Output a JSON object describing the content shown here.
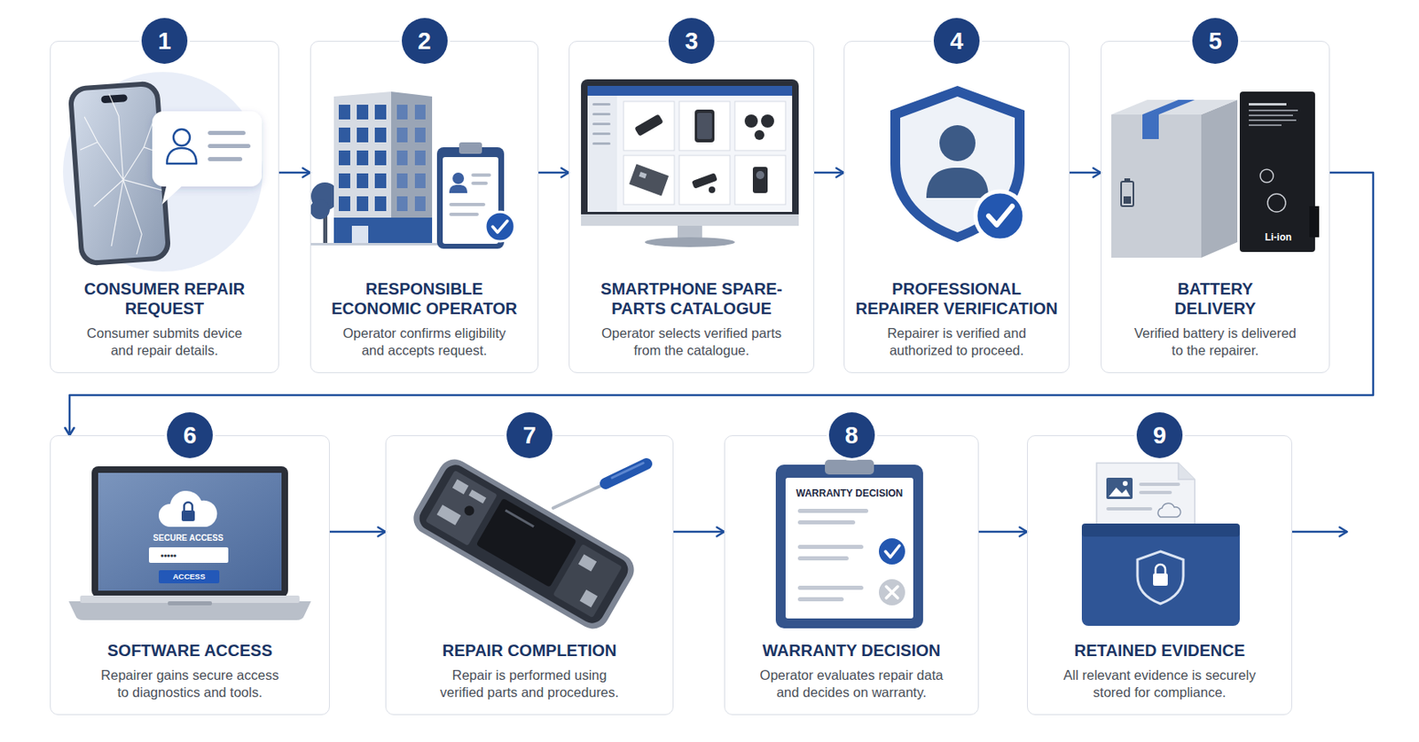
{
  "diagram": {
    "nodes": [
      {
        "text": [
          "CONSUMER REPAIR REQUEST",
          "Consumer submits device and repair details."
        ]
      },
      {
        "text": [
          "1"
        ],
        "in": 0
      },
      {
        "text": [
          "RESPONSIBLE ECONOMIC OPERATOR",
          "Operator confirms eligibility and accepts request."
        ]
      },
      {
        "text": [
          "2"
        ],
        "in": 2
      },
      {
        "text": [
          "SMARTPHONE SPARE-PARTS CATALOGUE",
          "Operator selects verified parts from the catalogue."
        ]
      },
      {
        "text": [
          "3"
        ],
        "in": 4
      },
      {
        "text": [
          "PROFESSIONAL REPAIRER VERIFICATION",
          "Repairer is verified and authorized to proceed."
        ]
      },
      {
        "text": [
          "4"
        ],
        "in": 6
      },
      {
        "text": [
          "BATTERY DELIVERY",
          "Verified battery is delivered to the repairer."
        ]
      },
      {
        "text": [
          "5"
        ],
        "in": 8
      },
      {
        "text": [
          "SOFTWARE ACCESS",
          "Repairer gains secure access to diagnostics and tools."
        ]
      },
      {
        "text": [
          "6"
        ],
        "in": 10
      },
      {
        "text": [
          "REPAIR COMPLETION",
          "Repair is performed using verified parts and procedures."
        ]
      },
      {
        "text": [
          "7"
        ],
        "in": 12
      },
      {
        "text": [
          "WARRANTY DECISION",
          "Operator evaluates repair data and decides on warranty."
        ]
      },
      {
        "text": [
          "8"
        ],
        "in": 14
      },
      {
        "text": [
          "RETAINED EVIDENCE",
          "All relevant evidence is securely stored for compliance."
        ]
      },
      {
        "text": [
          "9"
        ],
        "in": 16
      }
    ],
    "edges": [
      {
        "from": 0,
        "to": 2,
        "arrow": "to"
      },
      {
        "from": 2,
        "to": 4,
        "arrow": "to"
      },
      {
        "from": 4,
        "to": 6,
        "arrow": "to"
      },
      {
        "from": 6,
        "to": 8,
        "arrow": "to"
      },
      {
        "from": 8,
        "to": 10,
        "arrow": "to"
      },
      {
        "from": 10,
        "to": 12,
        "arrow": "to"
      },
      {
        "from": 12,
        "to": 14,
        "arrow": "to"
      },
      {
        "from": 14,
        "to": 16,
        "arrow": "to"
      }
    ],
    "labels": [
      "Li-ion",
      "SECURE ACCESS",
      "•••••",
      "ACCESS",
      "WARRANTY DECISION"
    ]
  }
}
